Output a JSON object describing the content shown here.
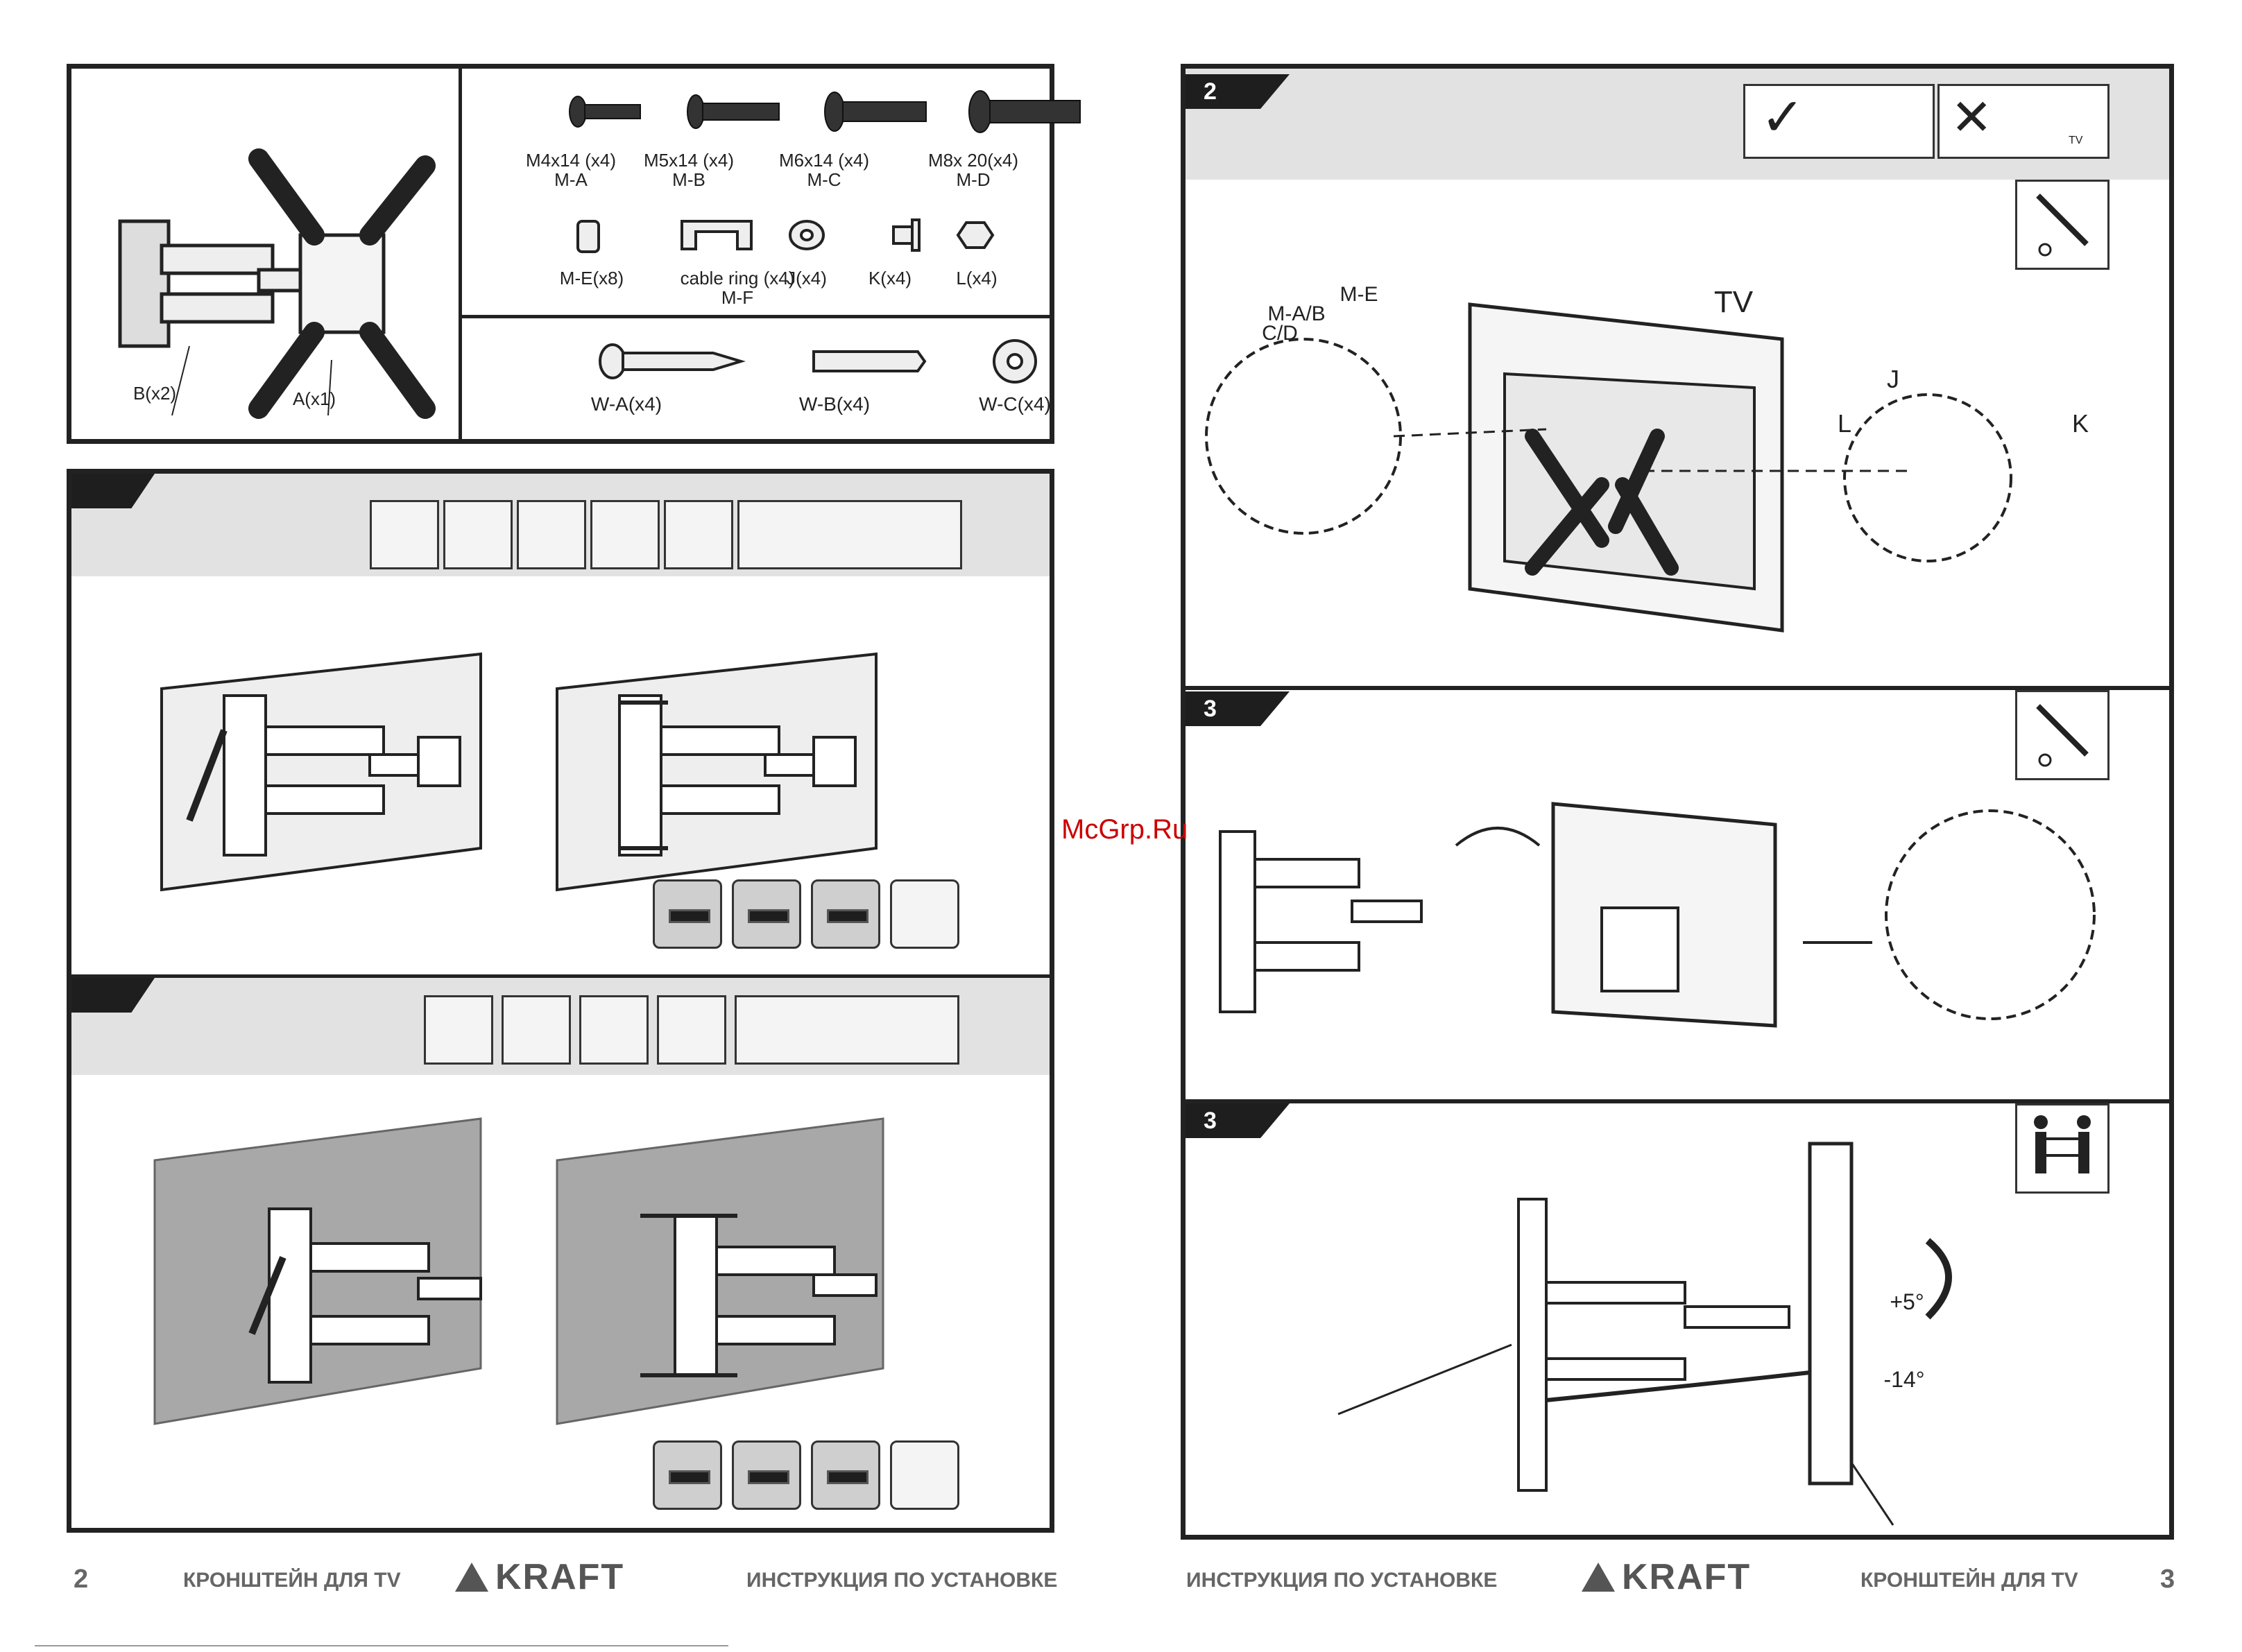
{
  "parts": {
    "bracket_labels": {
      "b": "B(x2)",
      "a": "A(x1)"
    },
    "screws": [
      {
        "name": "M4x14 (x4)",
        "code": "M-A"
      },
      {
        "name": "M5x14 (x4)",
        "code": "M-B"
      },
      {
        "name": "M6x14 (x4)",
        "code": "M-C"
      },
      {
        "name": "M8x 20(x4)",
        "code": "M-D"
      }
    ],
    "small_parts": [
      {
        "name": "M-E(x8)",
        "code": ""
      },
      {
        "name": "cable ring (x4)",
        "code": "M-F"
      },
      {
        "name": "J(x4)",
        "code": ""
      },
      {
        "name": "K(x4)",
        "code": ""
      },
      {
        "name": "L(x4)",
        "code": ""
      }
    ],
    "wall_parts": [
      "W-A(x4)",
      "W-B(x4)",
      "W-C(x4)"
    ]
  },
  "step2": {
    "number": "2",
    "callouts": {
      "mab": "M-A/B",
      "cd": "C/D",
      "me": "M-E",
      "tv": "TV",
      "l": "L",
      "j": "J",
      "k": "K"
    },
    "tv_badge": "TV"
  },
  "step3a": {
    "number": "3"
  },
  "step3b": {
    "number": "3",
    "tilt_up": "+5°",
    "tilt_down": "-14°"
  },
  "watermark": "McGrp.Ru",
  "footer": {
    "left_page": "2",
    "left_title": "КРОНШТЕЙН ДЛЯ TV",
    "left_brand": "KRAFT",
    "left_subtitle": "ИНСТРУКЦИЯ ПО УСТАНОВКЕ",
    "right_subtitle": "ИНСТРУКЦИЯ ПО УСТАНОВКЕ",
    "right_brand": "KRAFT",
    "right_title": "КРОНШТЕЙН ДЛЯ TV",
    "right_page": "3"
  },
  "colors": {
    "frame": "#222222",
    "band": "#e2e2e2",
    "tag": "#1e1e1e",
    "watermark": "#cc0000"
  }
}
